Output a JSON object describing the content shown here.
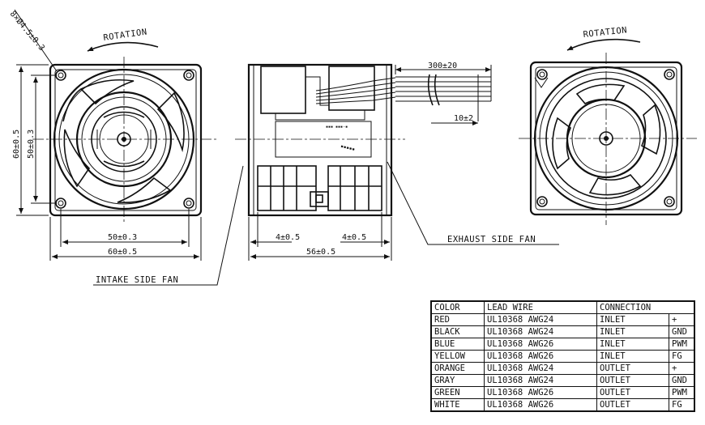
{
  "drawing": {
    "left_view": {
      "rotation_label": "ROTATION",
      "hole_spec": "8×Ø4.5±0.3",
      "dim_outer_height": "60±0.5",
      "dim_inner_height": "50±0.3",
      "dim_inner_width": "50±0.3",
      "dim_outer_width": "60±0.5",
      "callout": "INTAKE SIDE FAN"
    },
    "side_view": {
      "cable_length": "300±20",
      "strip_length": "10±2",
      "dim_left_offset": "4±0.5",
      "dim_right_offset": "4±0.5",
      "dim_total_depth": "56±0.5",
      "callout": "EXHAUST SIDE FAN"
    },
    "right_view": {
      "rotation_label": "ROTATION"
    }
  },
  "wire_table": {
    "headers": [
      "COLOR",
      "LEAD WIRE",
      "CONNECTION"
    ],
    "rows": [
      {
        "color": "RED",
        "lead": "UL10368  AWG24",
        "side": "INLET",
        "signal": "+"
      },
      {
        "color": "BLACK",
        "lead": "UL10368  AWG24",
        "side": "INLET",
        "signal": "GND"
      },
      {
        "color": "BLUE",
        "lead": "UL10368  AWG26",
        "side": "INLET",
        "signal": "PWM"
      },
      {
        "color": "YELLOW",
        "lead": "UL10368  AWG26",
        "side": "INLET",
        "signal": "FG"
      },
      {
        "color": "ORANGE",
        "lead": "UL10368  AWG24",
        "side": "OUTLET",
        "signal": "+"
      },
      {
        "color": "GRAY",
        "lead": "UL10368  AWG24",
        "side": "OUTLET",
        "signal": "GND"
      },
      {
        "color": "GREEN",
        "lead": "UL10368  AWG26",
        "side": "OUTLET",
        "signal": "PWM"
      },
      {
        "color": "WHITE",
        "lead": "UL10368  AWG26",
        "side": "OUTLET",
        "signal": "FG"
      }
    ]
  }
}
